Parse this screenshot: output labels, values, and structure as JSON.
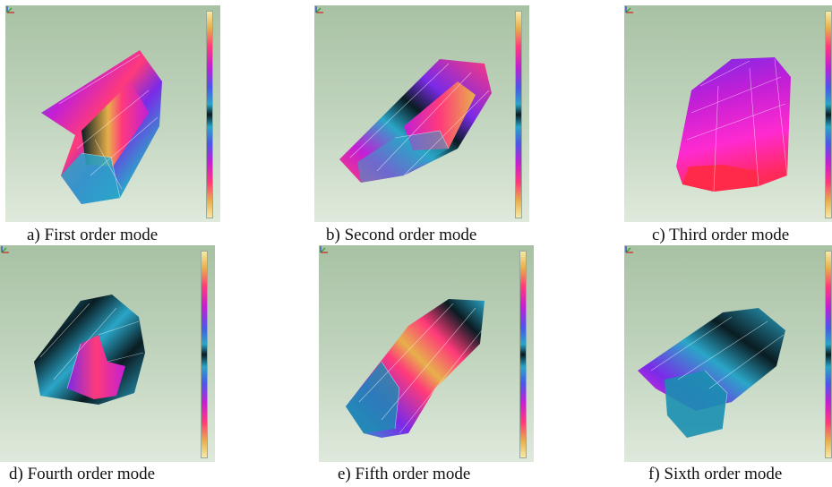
{
  "figure": {
    "panels": [
      {
        "id": "a",
        "caption": "a) First order mode"
      },
      {
        "id": "b",
        "caption": "b) Second order mode"
      },
      {
        "id": "c",
        "caption": "c) Third order mode"
      },
      {
        "id": "d",
        "caption": "d) Fourth order mode"
      },
      {
        "id": "e",
        "caption": "e) Fifth order mode"
      },
      {
        "id": "f",
        "caption": "f) Sixth order mode"
      }
    ]
  },
  "icons": {
    "axis_triad": "axis-triad-icon",
    "color_scale": "color-scale-legend"
  }
}
